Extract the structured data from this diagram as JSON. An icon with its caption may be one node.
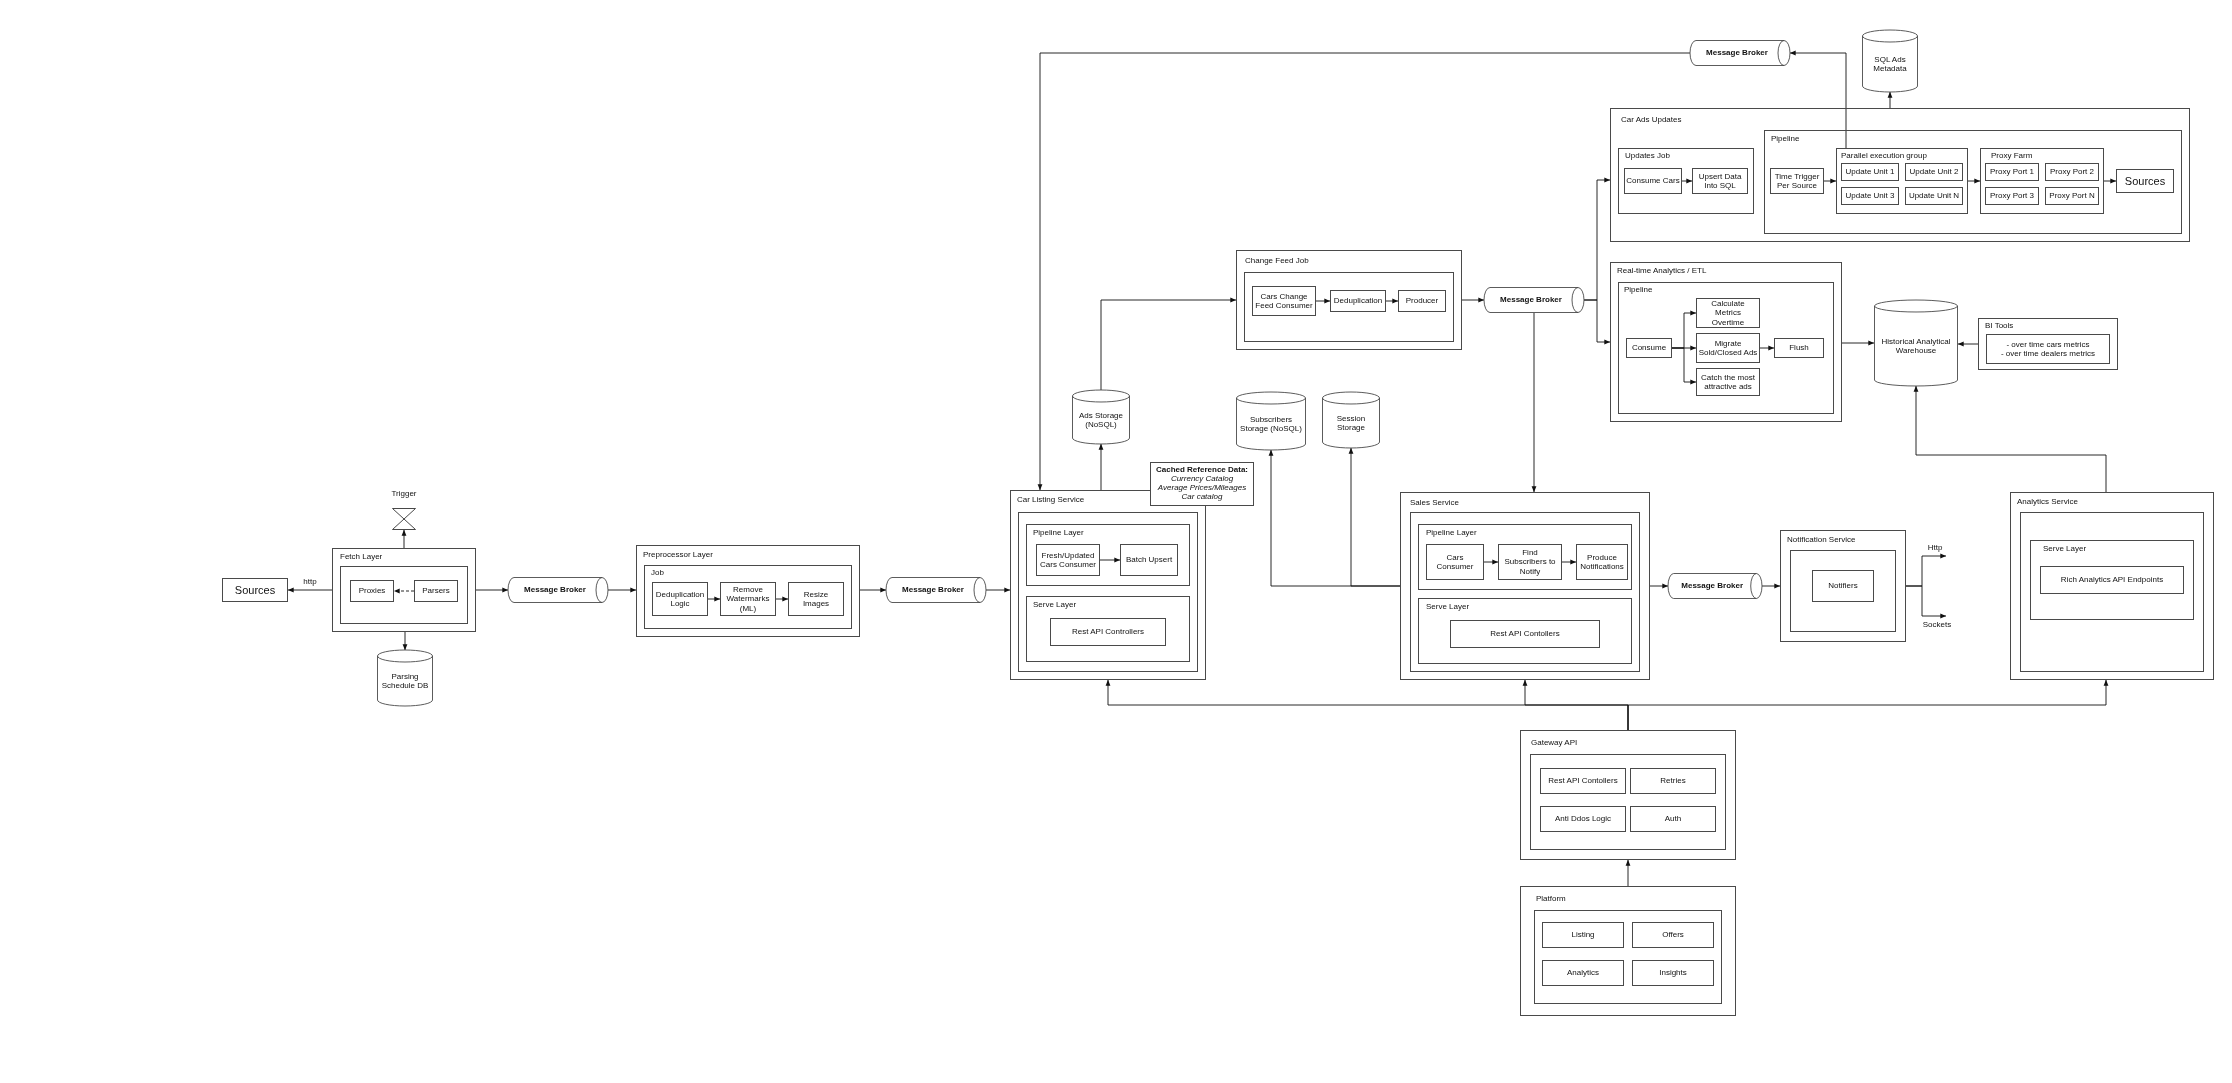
{
  "diagram": {
    "nodes": [
      {
        "text": [
          "Sources"
        ]
      },
      {
        "text": [
          "Trigger"
        ]
      },
      {
        "text": [
          "Fetch Layer"
        ]
      },
      {
        "text": [],
        "shape": "box",
        "in": 2
      },
      {
        "text": [
          "Proxies"
        ],
        "in": 3
      },
      {
        "text": [
          "Parsers"
        ],
        "in": 3
      },
      {
        "text": [
          "Parsing Schedule DB"
        ]
      },
      {
        "text": [
          "Message Broker"
        ]
      },
      {
        "text": [
          "Preprocessor Layer"
        ]
      },
      {
        "text": [
          "Job"
        ],
        "in": 8
      },
      {
        "text": [
          "Deduplication Logic"
        ],
        "in": 9
      },
      {
        "text": [
          "Remove Watermarks (ML)"
        ],
        "in": 9
      },
      {
        "text": [
          "Resize Images"
        ],
        "in": 9
      },
      {
        "text": [
          "Message Broker"
        ]
      },
      {
        "text": [
          "Car Listing Service"
        ]
      },
      {
        "text": [],
        "shape": "box",
        "in": 14
      },
      {
        "text": [
          "Pipeline Layer"
        ],
        "in": 15
      },
      {
        "text": [
          "Fresh/Updated Cars Consumer"
        ],
        "in": 16
      },
      {
        "text": [
          "Batch Upsert"
        ],
        "in": 16
      },
      {
        "text": [
          "Serve Layer"
        ],
        "in": 15
      },
      {
        "text": [
          "Rest API Controllers"
        ],
        "in": 19
      },
      {
        "text": [
          "Cached Reference Data:",
          "Currency Catalog",
          "Average Prices/Mileages",
          "Car catalog"
        ]
      },
      {
        "text": [
          "Ads Storage (NoSQL)"
        ]
      },
      {
        "text": [
          "Change Feed Job"
        ]
      },
      {
        "text": [],
        "shape": "box",
        "in": 23
      },
      {
        "text": [
          "Cars Change Feed Consumer"
        ],
        "in": 24
      },
      {
        "text": [
          "Deduplication"
        ],
        "in": 24
      },
      {
        "text": [
          "Producer"
        ],
        "in": 24
      },
      {
        "text": [
          "Message Broker"
        ]
      },
      {
        "text": [
          "Message Broker"
        ]
      },
      {
        "text": [
          "SQL Ads Metadata"
        ]
      },
      {
        "text": [
          "Car Ads Updates"
        ]
      },
      {
        "text": [
          "Updates Job"
        ],
        "in": 31
      },
      {
        "text": [
          "Consume Cars"
        ],
        "in": 32
      },
      {
        "text": [
          "Upsert Data Into SQL"
        ],
        "in": 32
      },
      {
        "text": [
          "Pipeline"
        ],
        "in": 31
      },
      {
        "text": [
          "Time Trigger Per Source"
        ],
        "in": 35
      },
      {
        "text": [
          "Parallel execution group"
        ],
        "in": 35
      },
      {
        "text": [
          "Update Unit 1"
        ],
        "in": 37
      },
      {
        "text": [
          "Update Unit 2"
        ],
        "in": 37
      },
      {
        "text": [
          "Update Unit 3"
        ],
        "in": 37
      },
      {
        "text": [
          "Update Unit N"
        ],
        "in": 37
      },
      {
        "text": [
          "Proxy Farm"
        ],
        "in": 35
      },
      {
        "text": [
          "Proxy Port 1"
        ],
        "in": 42
      },
      {
        "text": [
          "Proxy Port 2"
        ],
        "in": 42
      },
      {
        "text": [
          "Proxy Port 3"
        ],
        "in": 42
      },
      {
        "text": [
          "Proxy Port N"
        ],
        "in": 42
      },
      {
        "text": [
          "Sources"
        ],
        "in": 35
      },
      {
        "text": [
          "Real-time Analytics / ETL"
        ]
      },
      {
        "text": [
          "Pipeline"
        ],
        "in": 48
      },
      {
        "text": [
          "Consume"
        ],
        "in": 49
      },
      {
        "text": [
          "Calculate Metrics Overtime"
        ],
        "in": 49
      },
      {
        "text": [
          "Migrate Sold/Closed Ads"
        ],
        "in": 49
      },
      {
        "text": [
          "Catch the most attractive ads"
        ],
        "in": 49
      },
      {
        "text": [
          "Flush"
        ],
        "in": 49
      },
      {
        "text": [
          "Historical Analytical Warehouse"
        ]
      },
      {
        "text": [
          "BI Tools"
        ]
      },
      {
        "text": [
          "- over time cars metrics",
          "- over time dealers metrics"
        ],
        "in": 56
      },
      {
        "text": [
          "Subscribers Storage (NoSQL)"
        ]
      },
      {
        "text": [
          "Session Storage"
        ]
      },
      {
        "text": [
          "Sales Service"
        ]
      },
      {
        "text": [],
        "shape": "box",
        "in": 60
      },
      {
        "text": [
          "Pipeline Layer"
        ],
        "in": 61
      },
      {
        "text": [
          "Cars Consumer"
        ],
        "in": 62
      },
      {
        "text": [
          "Find Subscribers to Notify"
        ],
        "in": 62
      },
      {
        "text": [
          "Produce Notifications"
        ],
        "in": 62
      },
      {
        "text": [
          "Serve Layer"
        ],
        "in": 61
      },
      {
        "text": [
          "Rest API Contollers"
        ],
        "in": 66
      },
      {
        "text": [
          "Message Broker"
        ]
      },
      {
        "text": [
          "Notification Service"
        ]
      },
      {
        "text": [],
        "shape": "box",
        "in": 69
      },
      {
        "text": [
          "Notifiers"
        ],
        "in": 70
      },
      {
        "text": [
          "Analytics Service"
        ]
      },
      {
        "text": [],
        "shape": "box",
        "in": 72
      },
      {
        "text": [
          "Serve Layer"
        ],
        "in": 73
      },
      {
        "text": [
          "Rich Analytics API Endpoints"
        ],
        "in": 74
      },
      {
        "text": [
          "Gateway API"
        ]
      },
      {
        "text": [],
        "shape": "box",
        "in": 76
      },
      {
        "text": [
          "Rest API Contollers"
        ],
        "in": 77
      },
      {
        "text": [
          "Retries"
        ],
        "in": 77
      },
      {
        "text": [
          "Anti Ddos Logic"
        ],
        "in": 77
      },
      {
        "text": [
          "Auth"
        ],
        "in": 77
      },
      {
        "text": [
          "Platform"
        ]
      },
      {
        "text": [],
        "shape": "box",
        "in": 82
      },
      {
        "text": [
          "Listing"
        ],
        "in": 83
      },
      {
        "text": [
          "Offers"
        ],
        "in": 83
      },
      {
        "text": [
          "Analytics"
        ],
        "in": 83
      },
      {
        "text": [
          "Insights"
        ],
        "in": 83
      }
    ],
    "edges": [
      {
        "from": 2,
        "to": 0,
        "arrow": "to",
        "label": "http"
      },
      {
        "from": 5,
        "to": 4,
        "arrow": "to",
        "style": "dashed"
      },
      {
        "from": 2,
        "to": 1,
        "arrow": "to"
      },
      {
        "from": 2,
        "to": 6,
        "arrow": "to"
      },
      {
        "from": 2,
        "to": 7,
        "arrow": "to"
      },
      {
        "from": 7,
        "to": 8,
        "arrow": "to"
      },
      {
        "from": 10,
        "to": 11,
        "arrow": "to"
      },
      {
        "from": 11,
        "to": 12,
        "arrow": "to"
      },
      {
        "from": 8,
        "to": 13,
        "arrow": "to"
      },
      {
        "from": 13,
        "to": 14,
        "arrow": "to"
      },
      {
        "from": 17,
        "to": 18,
        "arrow": "to"
      },
      {
        "from": 14,
        "to": 22,
        "arrow": "to"
      },
      {
        "from": 22,
        "to": 23,
        "arrow": "to"
      },
      {
        "from": 25,
        "to": 26,
        "arrow": "to"
      },
      {
        "from": 26,
        "to": 27,
        "arrow": "to"
      },
      {
        "from": 23,
        "to": 28,
        "arrow": "to"
      },
      {
        "from": 28,
        "to": 31,
        "arrow": "to"
      },
      {
        "from": 28,
        "to": 48,
        "arrow": "to"
      },
      {
        "from": 28,
        "to": 60,
        "arrow": "to"
      },
      {
        "from": 33,
        "to": 34,
        "arrow": "to"
      },
      {
        "from": 36,
        "to": 37,
        "arrow": "to"
      },
      {
        "from": 37,
        "to": 42,
        "arrow": "to"
      },
      {
        "from": 42,
        "to": 47,
        "arrow": "to"
      },
      {
        "from": 31,
        "to": 30,
        "arrow": "to"
      },
      {
        "from": 37,
        "to": 29,
        "arrow": "to"
      },
      {
        "from": 29,
        "to": 14,
        "arrow": "to"
      },
      {
        "from": 50,
        "to": 51,
        "arrow": "to"
      },
      {
        "from": 50,
        "to": 52,
        "arrow": "to"
      },
      {
        "from": 50,
        "to": 53,
        "arrow": "to"
      },
      {
        "from": 52,
        "to": 54,
        "arrow": "to"
      },
      {
        "from": 48,
        "to": 55,
        "arrow": "to"
      },
      {
        "from": 56,
        "to": 55,
        "arrow": "to"
      },
      {
        "from": 60,
        "to": 58,
        "arrow": "to"
      },
      {
        "from": 60,
        "to": 59,
        "arrow": "to"
      },
      {
        "from": 63,
        "to": 64,
        "arrow": "to"
      },
      {
        "from": 64,
        "to": 65,
        "arrow": "to"
      },
      {
        "from": 60,
        "to": 68,
        "arrow": "to"
      },
      {
        "from": 68,
        "to": 69,
        "arrow": "to"
      },
      {
        "from": 69,
        "to": null,
        "arrow": "to",
        "label": "Http"
      },
      {
        "from": 69,
        "to": null,
        "arrow": "to",
        "label": "Sockets"
      },
      {
        "from": 72,
        "to": 55,
        "arrow": "to"
      },
      {
        "from": 82,
        "to": 76,
        "arrow": "to"
      },
      {
        "from": 76,
        "to": 14,
        "arrow": "to"
      },
      {
        "from": 76,
        "to": 60,
        "arrow": "to"
      },
      {
        "from": 76,
        "to": 72,
        "arrow": "to"
      }
    ]
  }
}
